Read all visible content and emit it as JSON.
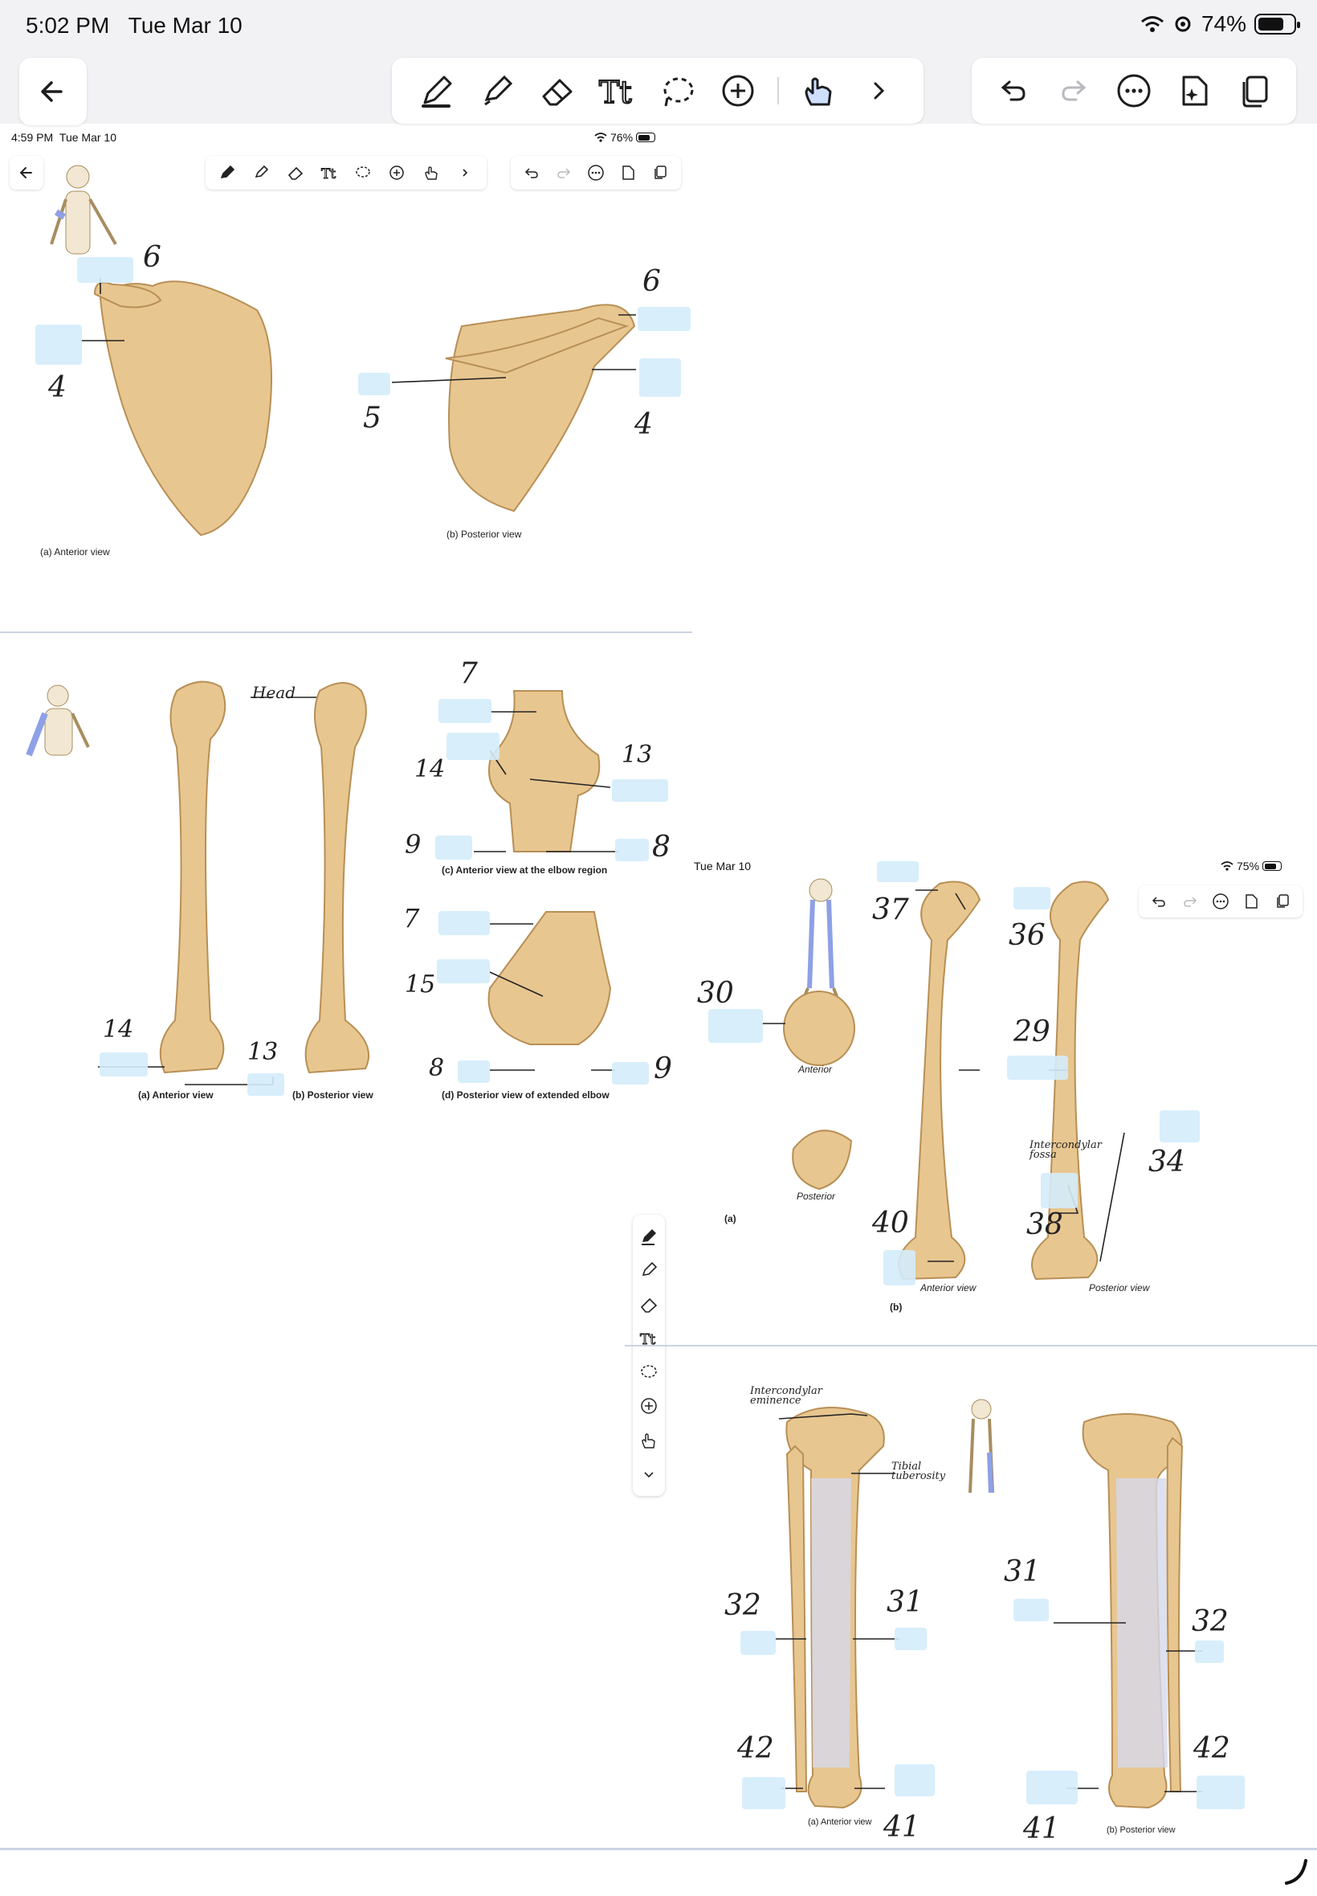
{
  "status_bar": {
    "time": "5:02 PM",
    "date": "Tue Mar 10",
    "battery": "74%"
  },
  "toolbar": {
    "icons": [
      "back-arrow-icon",
      "pen-icon",
      "highlighter-icon",
      "eraser-icon",
      "text-tool-icon",
      "lasso-icon",
      "add-icon",
      "touch-hand-icon",
      "chevron-right-icon",
      "undo-icon",
      "redo-icon",
      "more-icon",
      "sparkle-document-icon",
      "copy-pages-icon"
    ]
  },
  "inner_screens": [
    {
      "time": "4:59 PM",
      "date": "Tue Mar 10",
      "battery": "76%"
    },
    {
      "date": "Tue Mar 10",
      "battery": "75%"
    }
  ],
  "scapula": {
    "captions": [
      "(a) Anterior view",
      "(b) Posterior view"
    ],
    "hand_labels": [
      "6",
      "4",
      "6",
      "5",
      "4"
    ]
  },
  "humerus": {
    "captions": [
      "(a) Anterior view",
      "(b) Posterior view",
      "(c) Anterior view at the elbow region",
      "(d) Posterior view of extended elbow"
    ],
    "hand_labels": [
      "Head",
      "7",
      "14",
      "13",
      "9",
      "8",
      "7",
      "15",
      "8",
      "9",
      "14",
      "13"
    ]
  },
  "femur": {
    "captions": [
      "Anterior",
      "Posterior",
      "(a)",
      "Anterior view",
      "Posterior view",
      "(b)"
    ],
    "hand_labels": [
      "37",
      "36",
      "30",
      "29",
      "34",
      "38",
      "40"
    ],
    "small_note": "Intercondylar fossa"
  },
  "tibia": {
    "captions": [
      "(a) Anterior view",
      "(b) Posterior view"
    ],
    "hand_labels": [
      "32",
      "31",
      "42",
      "41",
      "31",
      "32",
      "42",
      "41"
    ],
    "small_notes": [
      "Intercondylar eminence",
      "Tibial tuberosity"
    ]
  },
  "colors": {
    "bone": "#e8c690",
    "blank": "#d4ecfb",
    "divider": "#c9d3e3",
    "toolbar_bg": "#f2f2f5"
  }
}
